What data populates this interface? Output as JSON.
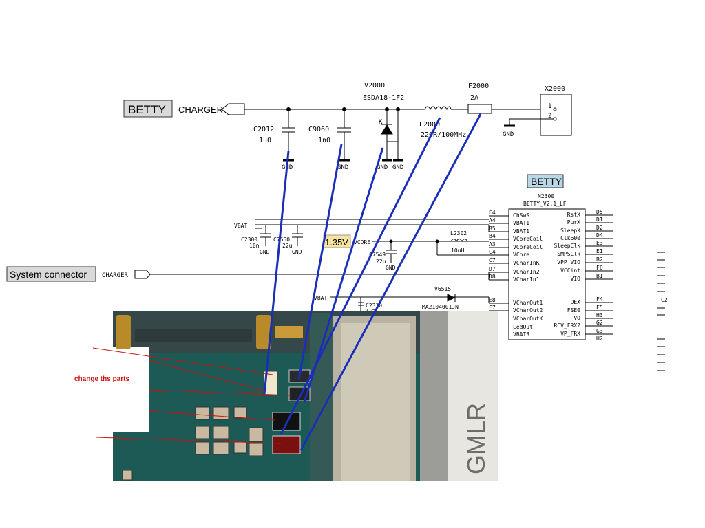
{
  "schematic_top": {
    "betty_label": "BETTY",
    "charger_label": "CHARGER",
    "v2000_ref": "V2000",
    "v2000_part": "ESDA18-1F2",
    "k_mark": "K",
    "l2000_ref": "L2000",
    "l2000_value": "220R/100MHz",
    "f2000_ref": "F2000",
    "f2000_value": "2A",
    "x2000_ref": "X2000",
    "x2000_pin1": "1",
    "x2000_pin2": "2",
    "c2012_ref": "C2012",
    "c2012_value": "1u0",
    "c9060_ref": "C9060",
    "c9060_value": "1n0",
    "gnd": "GND"
  },
  "schematic_ic": {
    "betty_box_label": "BETTY",
    "ic_ref": "N2300",
    "ic_part": "BETTY_V2:1_LF",
    "left_pins": [
      {
        "num": "E4",
        "name": "ChSwS"
      },
      {
        "num": "A4",
        "name": "VBAT1"
      },
      {
        "num": "B5",
        "name": "VBAT1"
      },
      {
        "num": "B4",
        "name": "VCoreCoil"
      },
      {
        "num": "A3",
        "name": "VCoreCoil"
      },
      {
        "num": "C4",
        "name": "VCore"
      },
      {
        "num": "C7",
        "name": "VCharInK"
      },
      {
        "num": "D7",
        "name": "VCharIn2"
      },
      {
        "num": "D8",
        "name": "VCharIn1"
      },
      {
        "num": "E8",
        "name": "VCharOut1"
      },
      {
        "num": "F7",
        "name": "VCharOut2"
      },
      {
        "num": "",
        "name": "VCharOutK"
      },
      {
        "num": "",
        "name": "LedOut"
      },
      {
        "num": "",
        "name": "VBAT3"
      }
    ],
    "right_pins": [
      {
        "num": "D5",
        "name": "RstX"
      },
      {
        "num": "D1",
        "name": "PurX"
      },
      {
        "num": "D2",
        "name": "SleepX"
      },
      {
        "num": "D4",
        "name": "Clk600"
      },
      {
        "num": "E3",
        "name": "SleepClk"
      },
      {
        "num": "E1",
        "name": "SMPSClk"
      },
      {
        "num": "B2",
        "name": "VPP_VIO"
      },
      {
        "num": "F6",
        "name": "VCCint"
      },
      {
        "num": "B1",
        "name": "VIO"
      },
      {
        "num": "F4",
        "name": "OEX"
      },
      {
        "num": "F5",
        "name": "FSE0"
      },
      {
        "num": "H3",
        "name": "VO"
      },
      {
        "num": "G2",
        "name": "RCV_FRX2"
      },
      {
        "num": "G3",
        "name": "VP_FRX"
      },
      {
        "num": "H2",
        "name": ""
      }
    ],
    "vbat_label": "VBAT",
    "vbat2_label": "VBAT",
    "c2300_ref": "C2300",
    "c2300_value": "10n",
    "c7550_ref": "C7550",
    "c7550_value": "22u",
    "voltage_badge": "1.35V",
    "vcore_label": "VCORE",
    "c7549_ref": "C7549",
    "c7549_value": "22u",
    "l2302_ref": "L2302",
    "l2302_value": "10uH",
    "system_connector_label": "System connector",
    "charger2_label": "CHARGER",
    "v6515_ref": "V6515",
    "v6515_part": "MA2104001JN",
    "c2310_ref": "C2310",
    "c2310_value": "4u7",
    "gnd": "GND",
    "right_fragment": "C2"
  },
  "pcb_photo": {
    "note_text": "change ths parts",
    "shield_text": "GMLR"
  },
  "colors": {
    "badge_gray": "#d9d9d9",
    "badge_blue": "#b8d8e8",
    "voltage_yellow": "#f7e3a0",
    "blue_lines": "#1a2fb8",
    "red_arrows": "#cc1111",
    "pcb_green": "#1d5a56"
  }
}
